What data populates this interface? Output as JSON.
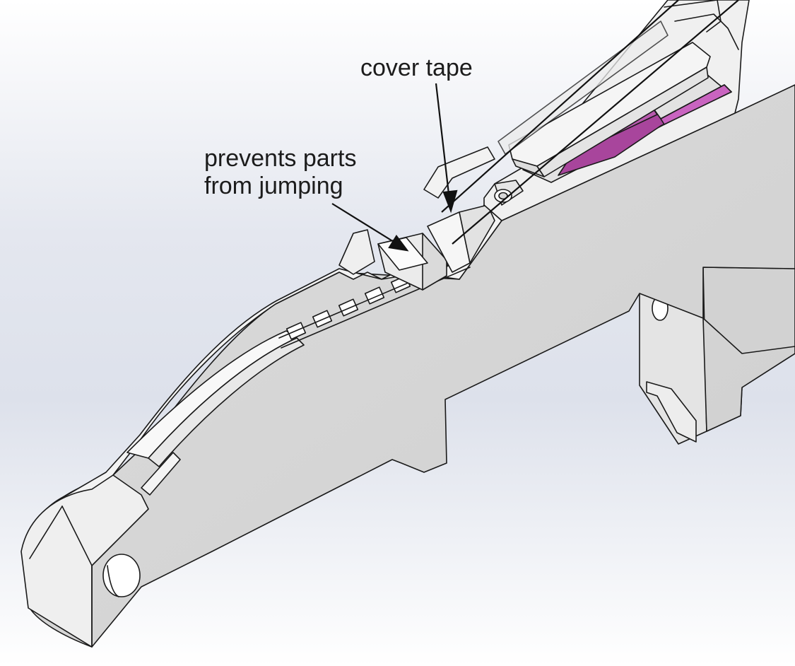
{
  "annotations": {
    "cover_tape": "cover tape",
    "prevents_line1": "prevents parts",
    "prevents_line2": "from jumping"
  },
  "colors": {
    "background_top": "#dde1ec",
    "background_bottom": "#ffffff",
    "part_face": "#d6d6d6",
    "part_top": "#f2f2f2",
    "edge": "#1a1a1a",
    "accent_component": "#a8459c",
    "accent_highlight": "#c964c0"
  },
  "icons": [
    "mounting-hole-icon",
    "screw-hole-icon",
    "snap-hook-icon"
  ]
}
